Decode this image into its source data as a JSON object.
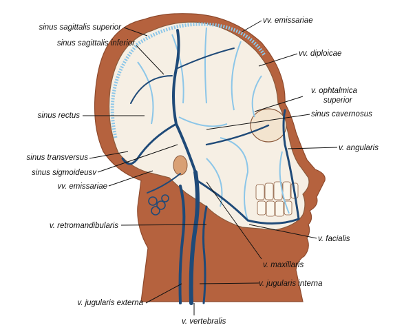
{
  "colors": {
    "background": "#ffffff",
    "skin": "#b5623e",
    "skin_dark": "#8e4a2d",
    "skull": "#f6efe4",
    "bone_outline": "#8b5a3c",
    "vein_dark": "#1f4a78",
    "vein_light": "#8cc6e8",
    "label": "#111111"
  },
  "labels": {
    "sinus_sagittalis_superior": "sinus sagittalis superior",
    "sinus_sagittalis_inferior": "sinus sagittalis inferior",
    "sinus_rectus": "sinus rectus",
    "sinus_transversus": "sinus transversus",
    "sinus_sigmoideus": "sinus sigmoideusv",
    "vv_emissariae_left": "vv. emissariae",
    "v_retromandibularis": "v. retromandibularis",
    "v_jugularis_externa": "v. jugularis externa",
    "v_vertebralis": "v. vertebralis",
    "vv_emissariae_top": "vv. emissariae",
    "vv_diploicae": "vv. diploicae",
    "v_ophtalmica_superior_1": "v. ophtalmica",
    "v_ophtalmica_superior_2": "superior",
    "sinus_cavernosus": "sinus cavernosus",
    "v_angularis": "v. angularis",
    "v_facialis": "v. facialis",
    "v_maxillaris": "v. maxillaris",
    "v_jugularis_interna": "v. jugularis interna"
  }
}
